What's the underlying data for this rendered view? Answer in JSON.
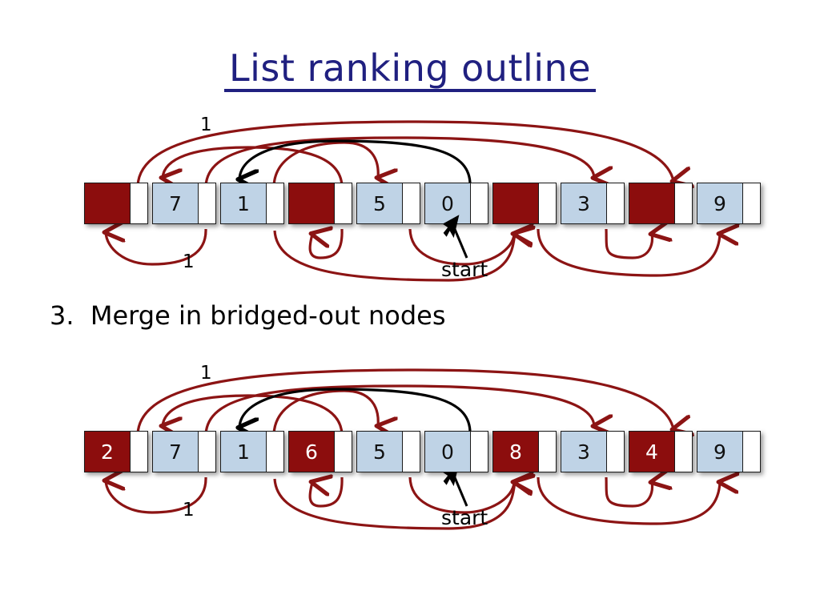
{
  "slide": {
    "title": "List ranking outline",
    "title_color": "#202080",
    "background": "#ffffff",
    "step_text": "3.  Merge in bridged-out nodes"
  },
  "palette": {
    "node_blue": "#bfd3e6",
    "node_red": "#8c0d0d",
    "pointer_white": "#ffffff",
    "arc_red": "#8c1414",
    "arc_black": "#000000",
    "text_dark": "#101010",
    "text_light": "#ffffff"
  },
  "diagrams": [
    {
      "id": "top-list",
      "name": "list-before-merge",
      "nodes": [
        {
          "value": "",
          "color": "red"
        },
        {
          "value": "7",
          "color": "blue"
        },
        {
          "value": "1",
          "color": "blue"
        },
        {
          "value": "",
          "color": "red"
        },
        {
          "value": "5",
          "color": "blue"
        },
        {
          "value": "0",
          "color": "blue"
        },
        {
          "value": "",
          "color": "red"
        },
        {
          "value": "3",
          "color": "blue"
        },
        {
          "value": "",
          "color": "red"
        },
        {
          "value": "9",
          "color": "blue"
        }
      ],
      "labels": {
        "weight_top": "1",
        "weight_bottom": "1",
        "start": "start"
      }
    },
    {
      "id": "bottom-list",
      "name": "list-after-merge",
      "nodes": [
        {
          "value": "2",
          "color": "red"
        },
        {
          "value": "7",
          "color": "blue"
        },
        {
          "value": "1",
          "color": "blue"
        },
        {
          "value": "6",
          "color": "red"
        },
        {
          "value": "5",
          "color": "blue"
        },
        {
          "value": "0",
          "color": "blue"
        },
        {
          "value": "8",
          "color": "red"
        },
        {
          "value": "3",
          "color": "blue"
        },
        {
          "value": "4",
          "color": "red"
        },
        {
          "value": "9",
          "color": "blue"
        }
      ],
      "labels": {
        "weight_top": "1",
        "weight_bottom": "1",
        "start": "start"
      }
    }
  ]
}
